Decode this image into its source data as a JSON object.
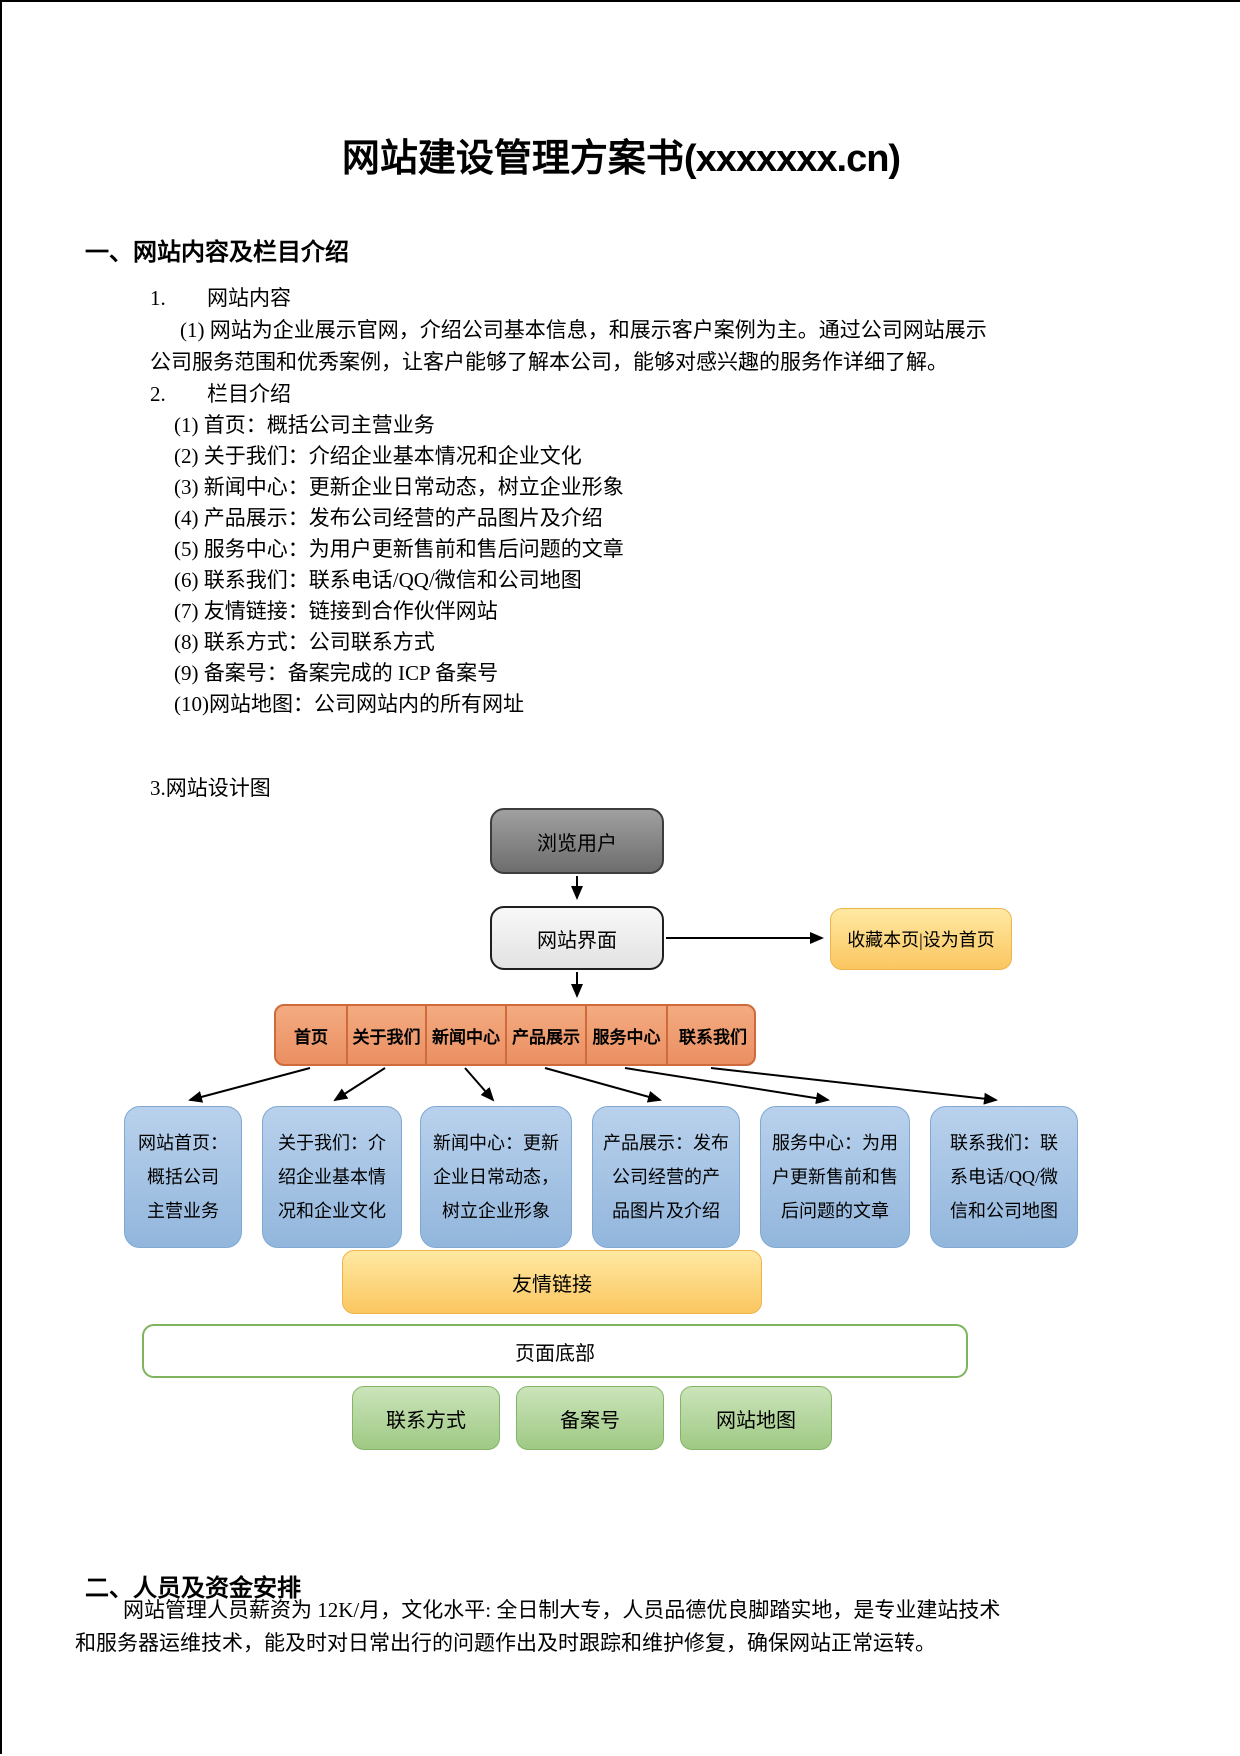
{
  "title": {
    "zh": "网站建设管理方案书",
    "latin": "(xxxxxxx.cn)"
  },
  "section1": {
    "heading": "一、网站内容及栏目介绍",
    "item1_no": "1.",
    "item1_label": "网站内容",
    "item1_para": [
      "(1) 网站为企业展示官网，介绍公司基本信息，和展示客户案例为主。通过公司网站展示",
      "公司服务范围和优秀案例，让客户能够了解本公司，能够对感兴趣的服务作详细了解。"
    ],
    "item2_no": "2.",
    "item2_label": "栏目介绍",
    "columns": [
      "(1) 首页：概括公司主营业务",
      "(2) 关于我们：介绍企业基本情况和企业文化",
      "(3) 新闻中心：更新企业日常动态，树立企业形象",
      "(4) 产品展示：发布公司经营的产品图片及介绍",
      "(5) 服务中心：为用户更新售前和售后问题的文章",
      "(6) 联系我们：联系电话/QQ/微信和公司地图",
      "(7) 友情链接：链接到合作伙伴网站",
      "(8) 联系方式：公司联系方式",
      "(9) 备案号：备案完成的 ICP 备案号",
      "(10)网站地图：公司网站内的所有网址"
    ],
    "item3_label": "3.网站设计图"
  },
  "diagram": {
    "user_box": "浏览用户",
    "ui_box": "网站界面",
    "bookmark_box": "收藏本页|设为首页",
    "nav": [
      "首页",
      "关于我们",
      "新闻中心",
      "产品展示",
      "服务中心",
      "联系我们"
    ],
    "detail_boxes": [
      {
        "lines": [
          "网站首页：",
          "概括公司",
          "主营业务"
        ]
      },
      {
        "lines": [
          "关于我们：介",
          "绍企业基本情",
          "况和企业文化"
        ]
      },
      {
        "lines": [
          "新闻中心：更新",
          "企业日常动态，",
          "树立企业形象"
        ]
      },
      {
        "lines": [
          "产品展示：发布",
          "公司经营的产",
          "品图片及介绍"
        ]
      },
      {
        "lines": [
          "服务中心：为用",
          "户更新售前和售",
          "后问题的文章"
        ]
      },
      {
        "lines": [
          "联系我们：联",
          "系电话/QQ/微",
          "信和公司地图"
        ]
      }
    ],
    "links_box": "友情链接",
    "footer_box": "页面底部",
    "bottom_boxes": [
      "联系方式",
      "备案号",
      "网站地图"
    ],
    "colors": {
      "dark_gray_box": "#808080",
      "light_gray_box": "#ededed",
      "yellow_box": "#fcd27e",
      "orange_nav": "#ea8f62",
      "blue_box": "#a5c3e4",
      "green_box": "#abd092",
      "footer_border_green": "#7db45c"
    }
  },
  "section2": {
    "heading": "二、人员及资金安排",
    "para": [
      "网站管理人员薪资为 12K/月，文化水平: 全日制大专，人员品德优良脚踏实地，是专业建站技术",
      "和服务器运维技术，能及时对日常出行的问题作出及时跟踪和维护修复，确保网站正常运转。"
    ]
  }
}
